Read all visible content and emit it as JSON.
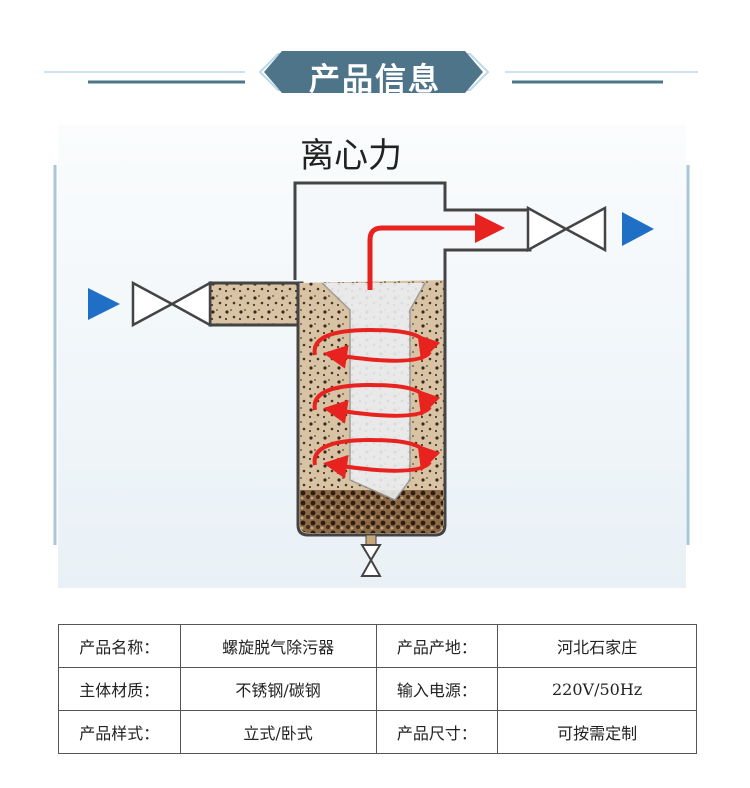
{
  "header": {
    "title": "产品信息"
  },
  "diagram": {
    "title": "离心力",
    "colors": {
      "inlet_arrow": "#1f6fc6",
      "flow": "#e8231f",
      "header_bg": "#4e7489"
    }
  },
  "spec_table": {
    "rows": [
      [
        {
          "label": "产品名称：",
          "value": "螺旋脱气除污器"
        },
        {
          "label": "产品产地：",
          "value": "河北石家庄"
        }
      ],
      [
        {
          "label": "主体材质：",
          "value": "不锈钢/碳钢"
        },
        {
          "label": "输入电源：",
          "value": "220V/50Hz"
        }
      ],
      [
        {
          "label": "产品样式：",
          "value": "立式/卧式"
        },
        {
          "label": "产品尺寸：",
          "value": "可按需定制"
        }
      ]
    ]
  }
}
